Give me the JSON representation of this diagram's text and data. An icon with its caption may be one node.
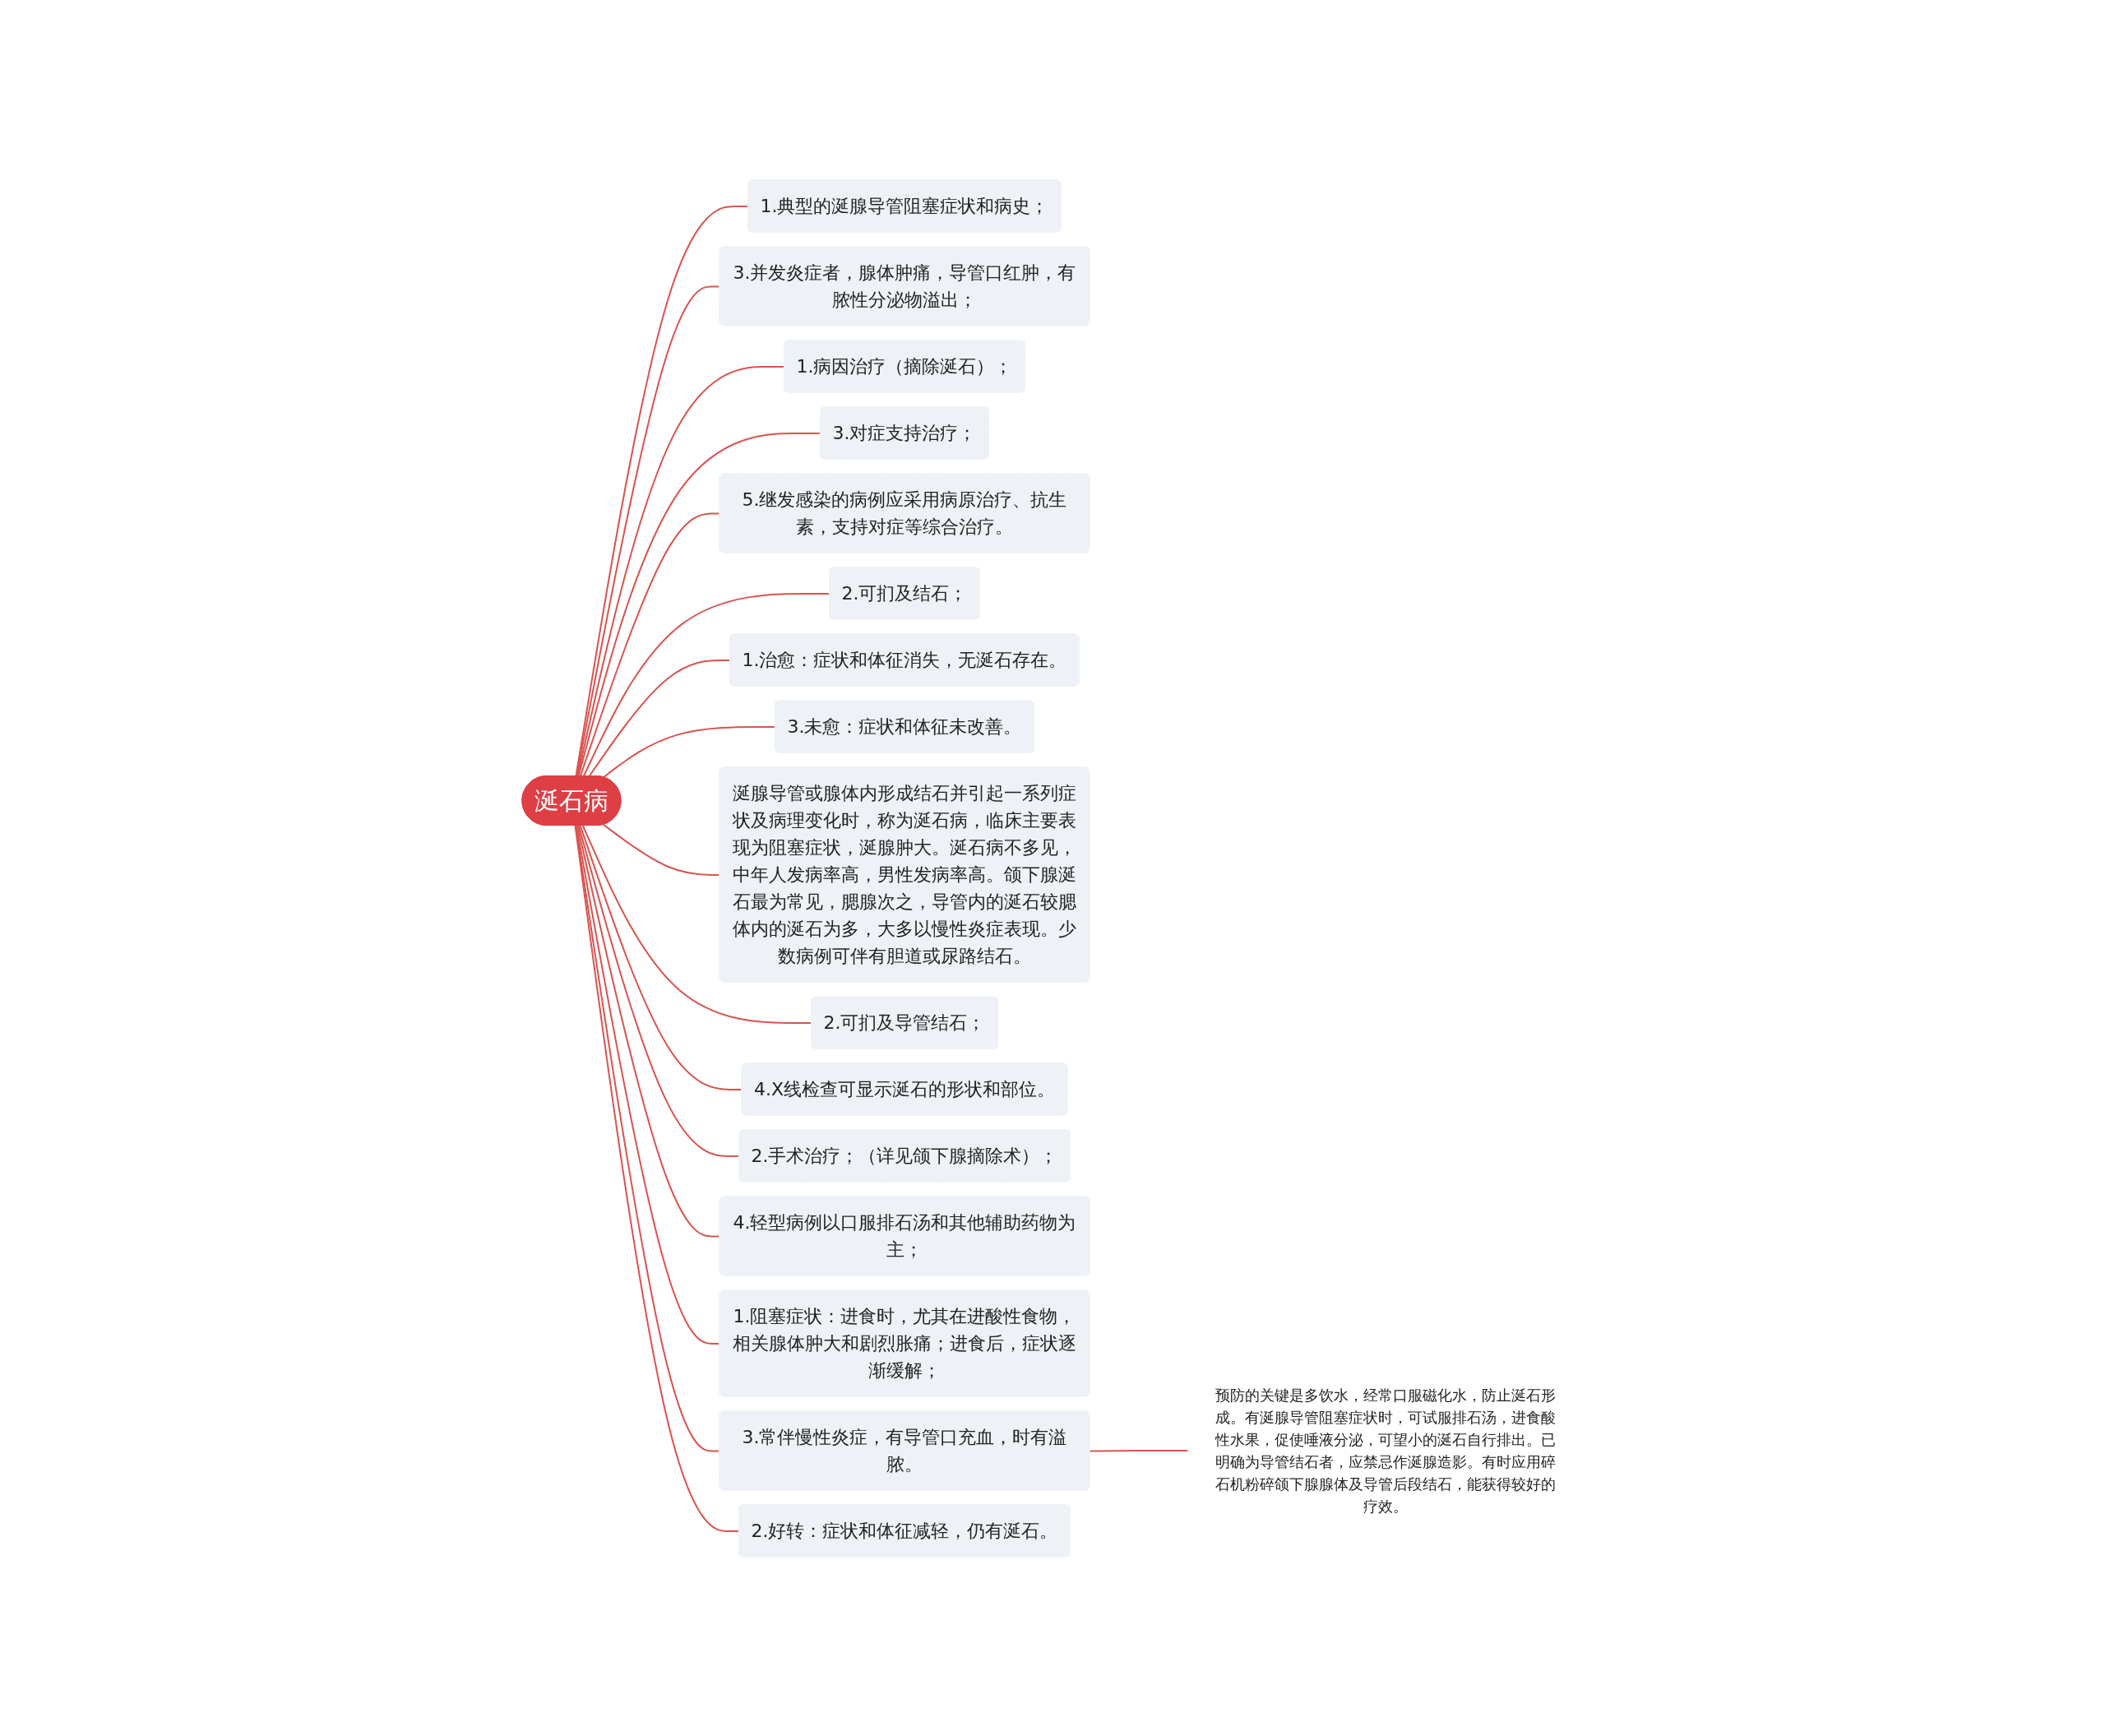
{
  "diagram": {
    "nodes": [
      {
        "text": [
          "涎石病"
        ]
      },
      {
        "text": [
          "1.典型的涎腺导管阻塞症状和病史；"
        ]
      },
      {
        "text": [
          "3.并发炎症者，腺体肿痛，导管口红肿，有脓性分泌物溢出；"
        ]
      },
      {
        "text": [
          "1.病因治疗（摘除涎石）；"
        ]
      },
      {
        "text": [
          "3.对症支持治疗；"
        ]
      },
      {
        "text": [
          "5.继发感染的病例应采用病原治疗、抗生素，支持对症等综合治疗。"
        ]
      },
      {
        "text": [
          "2.可扪及结石；"
        ]
      },
      {
        "text": [
          "1.治愈：症状和体征消失，无涎石存在。"
        ]
      },
      {
        "text": [
          "3.未愈：症状和体征未改善。"
        ]
      },
      {
        "text": [
          "涎腺导管或腺体内形成结石并引起一系列症状及病理变化时，称为涎石病，临床主要表现为阻塞症状，涎腺肿大。涎石病不多见，中年人发病率高，男性发病率高。颌下腺涎石最为常见，腮腺次之，导管内的涎石较腮体内的涎石为多，大多以慢性炎症表现。少数病例可伴有胆道或尿路结石。"
        ]
      },
      {
        "text": [
          "2.可扪及导管结石；"
        ]
      },
      {
        "text": [
          "4.X线检查可显示涎石的形状和部位。"
        ]
      },
      {
        "text": [
          "2.手术治疗；（详见颌下腺摘除术）；"
        ]
      },
      {
        "text": [
          "4.轻型病例以口服排石汤和其他辅助药物为主；"
        ]
      },
      {
        "text": [
          "1.阻塞症状：进食时，尤其在进酸性食物，相关腺体肿大和剧烈胀痛；进食后，症状逐渐缓解；"
        ]
      },
      {
        "text": [
          "3.常伴慢性炎症，有导管口充血，时有溢脓。"
        ]
      },
      {
        "text": [
          "预防的关键是多饮水，经常口服磁化水，防止涎石形成。有涎腺导管阻塞症状时，可试服排石汤，进食酸性水果，促使唾液分泌，可望小的涎石自行排出。已明确为导管结石者，应禁忌作涎腺造影。有时应用碎石机粉碎颌下腺腺体及导管后段结石，能获得较好的疗效。"
        ]
      },
      {
        "text": [
          "2.好转：症状和体征减轻，仍有涎石。"
        ]
      }
    ],
    "edges": [
      {
        "from": 0,
        "to": 1,
        "arrow": "none"
      },
      {
        "from": 0,
        "to": 2,
        "arrow": "none"
      },
      {
        "from": 0,
        "to": 3,
        "arrow": "none"
      },
      {
        "from": 0,
        "to": 4,
        "arrow": "none"
      },
      {
        "from": 0,
        "to": 5,
        "arrow": "none"
      },
      {
        "from": 0,
        "to": 6,
        "arrow": "none"
      },
      {
        "from": 0,
        "to": 7,
        "arrow": "none"
      },
      {
        "from": 0,
        "to": 8,
        "arrow": "none"
      },
      {
        "from": 0,
        "to": 9,
        "arrow": "none"
      },
      {
        "from": 0,
        "to": 10,
        "arrow": "none"
      },
      {
        "from": 0,
        "to": 11,
        "arrow": "none"
      },
      {
        "from": 0,
        "to": 12,
        "arrow": "none"
      },
      {
        "from": 0,
        "to": 13,
        "arrow": "none"
      },
      {
        "from": 0,
        "to": 14,
        "arrow": "none"
      },
      {
        "from": 0,
        "to": 15,
        "arrow": "none"
      },
      {
        "from": 15,
        "to": 16,
        "arrow": "none"
      },
      {
        "from": 0,
        "to": 17,
        "arrow": "none"
      }
    ]
  }
}
